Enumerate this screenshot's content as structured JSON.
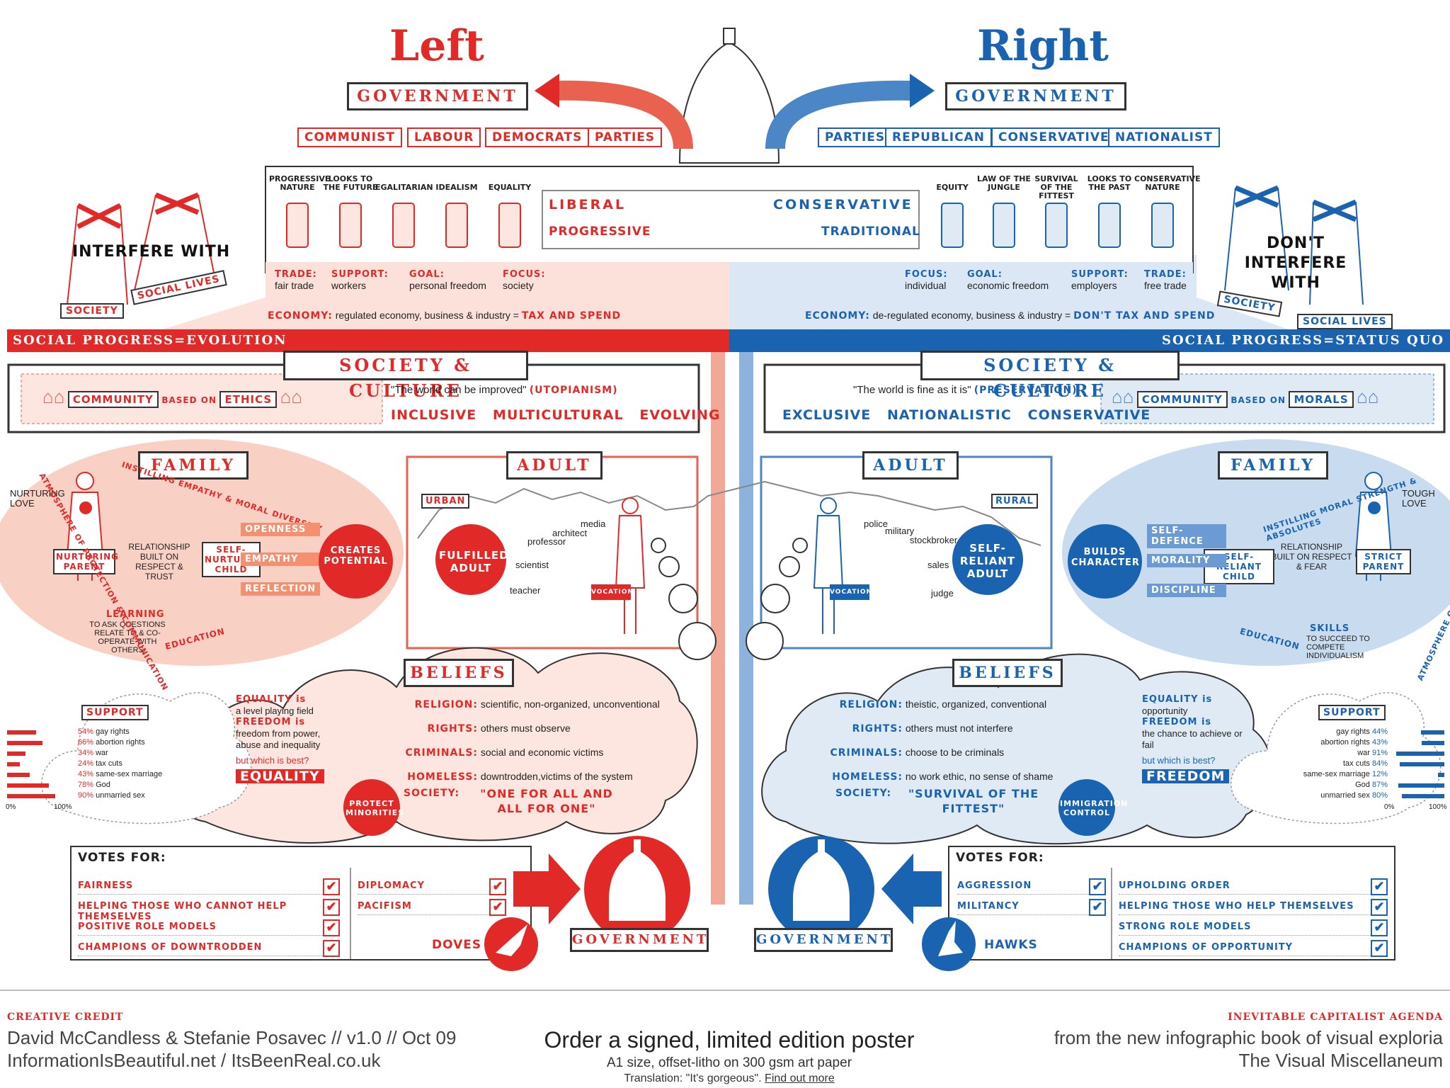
{
  "colors": {
    "left": "#e12a27",
    "right": "#1a63b0",
    "left_light": "#f9d9d2",
    "right_light": "#d6e4f3"
  },
  "header": {
    "left_title": "Left",
    "right_title": "Right",
    "government": "GOVERNMENT"
  },
  "parties": {
    "left": [
      "COMMUNIST",
      "LABOUR",
      "DEMOCRATS",
      "PARTIES"
    ],
    "right": [
      "PARTIES",
      "REPUBLICAN",
      "CONSERVATIVE",
      "NATIONALIST"
    ]
  },
  "pillars": {
    "left": [
      "PROGRESSIVE NATURE",
      "LOOKS TO THE FUTURE",
      "EGALITARIAN",
      "IDEALISM",
      "EQUALITY"
    ],
    "right": [
      "EQUITY",
      "LAW OF THE JUNGLE",
      "SURVIVAL OF THE FITTEST",
      "LOOKS TO THE PAST",
      "CONSERVATIVE NATURE"
    ]
  },
  "spectrum": {
    "liberal": "LIBERAL",
    "progressive": "PROGRESSIVE",
    "conservative": "CONSERVATIVE",
    "traditional": "TRADITIONAL"
  },
  "base_left": [
    {
      "k": "TRADE:",
      "v": "fair trade"
    },
    {
      "k": "SUPPORT:",
      "v": "workers"
    },
    {
      "k": "GOAL:",
      "v": "personal freedom"
    },
    {
      "k": "FOCUS:",
      "v": "society"
    }
  ],
  "base_right": [
    {
      "k": "FOCUS:",
      "v": "individual"
    },
    {
      "k": "GOAL:",
      "v": "economic freedom"
    },
    {
      "k": "SUPPORT:",
      "v": "employers"
    },
    {
      "k": "TRADE:",
      "v": "free trade"
    }
  ],
  "economy": {
    "left_k": "ECONOMY:",
    "left_v": "regulated economy, business & industry =",
    "left_tag": "TAX AND SPEND",
    "right_k": "ECONOMY:",
    "right_v": "de-regulated economy, business & industry =",
    "right_tag": "DON'T TAX AND SPEND"
  },
  "interfere": {
    "left": "INTERFERE WITH",
    "left_a": "SOCIETY",
    "left_b": "SOCIAL LIVES",
    "right": "DON'T INTERFERE WITH",
    "right_a": "SOCIETY",
    "right_b": "SOCIAL LIVES"
  },
  "progress": {
    "left": "SOCIAL PROGRESS=EVOLUTION",
    "right": "SOCIAL PROGRESS=STATUS QUO"
  },
  "society": {
    "title": "SOCIETY & CULTURE",
    "community": "COMMUNITY",
    "based_on": "BASED ON",
    "left_basis": "ETHICS",
    "right_basis": "MORALS",
    "left_quote": "\"The world can be improved\"",
    "left_quote_tag": "(UTOPIANISM)",
    "right_quote": "\"The world is fine as it is\"",
    "right_quote_tag": "(PRESERVATION)",
    "left_traits": "INCLUSIVE   MULTICULTURAL   EVOLVING",
    "right_traits": "EXCLUSIVE   NATIONALISTIC   CONSERVATIVE"
  },
  "family": {
    "title": "FAMILY",
    "left": {
      "love": "NURTURING LOVE",
      "parent": "NURTURING PARENT",
      "child": "SELF-NURTURING CHILD",
      "relationship": "RELATIONSHIP BUILT ON RESPECT & TRUST",
      "instill": "INSTILLING EMPATHY & MORAL DIVERSITY",
      "traits": [
        "OPENNESS",
        "EMPATHY",
        "REFLECTION"
      ],
      "outcome": "CREATES POTENTIAL",
      "learning": "LEARNING",
      "learning_sub": "TO ASK QUESTIONS RELATE TO & CO-OPERATE WITH OTHERS",
      "education": "EDUCATION",
      "atmosphere": "ATMOSPHERE OF PROTECTION & COMMUNICATION"
    },
    "right": {
      "love": "TOUGH LOVE",
      "parent": "STRICT PARENT",
      "child": "SELF-RELIANT CHILD",
      "relationship": "RELATIONSHIP BUILT ON RESPECT & FEAR",
      "instill": "INSTILLING MORAL STRENGTH & ABSOLUTES",
      "traits": [
        "SELF-DEFENCE",
        "MORALITY",
        "DISCIPLINE"
      ],
      "outcome": "BUILDS CHARACTER",
      "skills": "SKILLS",
      "skills_sub": "TO SUCCEED TO COMPETE INDIVIDUALISM",
      "education": "EDUCATION",
      "atmosphere": "ATMOSPHERE OF REWARD & PUNISHMENT"
    }
  },
  "adult": {
    "title": "ADULT",
    "left": {
      "place": "URBAN",
      "badge": "FULFILLED ADULT",
      "jobs": [
        "architect",
        "media",
        "professor",
        "scientist",
        "teacher"
      ],
      "case": "VOCATION"
    },
    "right": {
      "place": "RURAL",
      "badge": "SELF-RELIANT ADULT",
      "jobs": [
        "police",
        "military",
        "stockbroker",
        "sales",
        "judge"
      ],
      "case": "VOCATION"
    }
  },
  "beliefs": {
    "title": "BELIEFS",
    "left": [
      {
        "k": "RELIGION:",
        "v": "scientific, non-organized, unconventional"
      },
      {
        "k": "RIGHTS:",
        "v": "others must observe"
      },
      {
        "k": "CRIMINALS:",
        "v": "social and economic victims"
      },
      {
        "k": "HOMELESS:",
        "v": "downtrodden,victims of the system"
      }
    ],
    "left_society_k": "SOCIETY:",
    "left_society_v": "\"ONE FOR ALL AND ALL FOR ONE\"",
    "right": [
      {
        "k": "RELIGION:",
        "v": "theistic, organized, conventional"
      },
      {
        "k": "RIGHTS:",
        "v": "others must not interfere"
      },
      {
        "k": "CRIMINALS:",
        "v": "choose to be criminals"
      },
      {
        "k": "HOMELESS:",
        "v": "no work ethic, no sense of shame"
      }
    ],
    "right_society_k": "SOCIETY:",
    "right_society_v": "\"SURVIVAL OF THE FITTEST\"",
    "left_badge": "PROTECT MINORITIES",
    "right_badge": "IMMIGRATION CONTROL"
  },
  "values": {
    "left": {
      "eq_k": "EQUALITY is",
      "eq_v": "a level playing field",
      "fr_k": "FREEDOM is",
      "fr_v": "freedom from power, abuse and inequality",
      "q": "but which is best?",
      "a": "EQUALITY"
    },
    "right": {
      "eq_k": "EQUALITY is",
      "eq_v": "opportunity",
      "fr_k": "FREEDOM is",
      "fr_v": "the chance to achieve or fail",
      "q": "but which is best?",
      "a": "FREEDOM"
    }
  },
  "support": {
    "title": "SUPPORT",
    "axis_min": "0%",
    "axis_max": "100%",
    "left": [
      {
        "pct": "54%",
        "v": 54,
        "label": "gay rights"
      },
      {
        "pct": "66%",
        "v": 66,
        "label": "abortion rights"
      },
      {
        "pct": "34%",
        "v": 34,
        "label": "war"
      },
      {
        "pct": "24%",
        "v": 24,
        "label": "tax cuts"
      },
      {
        "pct": "43%",
        "v": 43,
        "label": "same-sex marriage"
      },
      {
        "pct": "78%",
        "v": 78,
        "label": "God"
      },
      {
        "pct": "90%",
        "v": 90,
        "label": "unmarried sex"
      }
    ],
    "right": [
      {
        "pct": "44%",
        "v": 44,
        "label": "gay rights"
      },
      {
        "pct": "43%",
        "v": 43,
        "label": "abortion rights"
      },
      {
        "pct": "91%",
        "v": 91,
        "label": "war"
      },
      {
        "pct": "84%",
        "v": 84,
        "label": "tax cuts"
      },
      {
        "pct": "12%",
        "v": 12,
        "label": "same-sex marriage"
      },
      {
        "pct": "87%",
        "v": 87,
        "label": "God"
      },
      {
        "pct": "80%",
        "v": 80,
        "label": "unmarried sex"
      }
    ]
  },
  "votes": {
    "title": "VOTES FOR:",
    "left_a": [
      "FAIRNESS",
      "HELPING THOSE WHO CANNOT HELP THEMSELVES",
      "POSITIVE ROLE MODELS",
      "CHAMPIONS OF DOWNTRODDEN"
    ],
    "left_b": [
      "DIPLOMACY",
      "PACIFISM"
    ],
    "left_bird": "DOVES",
    "right_a": [
      "AGGRESSION",
      "MILITANCY"
    ],
    "right_b": [
      "UPHOLDING ORDER",
      "HELPING THOSE WHO HELP THEMSELVES",
      "STRONG ROLE MODELS",
      "CHAMPIONS OF OPPORTUNITY"
    ],
    "right_bird": "HAWKS"
  },
  "footer": {
    "credit_k": "CREATIVE CREDIT",
    "credit_1": "David McCandless & Stefanie Posavec // v1.0 // Oct 09",
    "credit_2": "InformationIsBeautiful.net / ItsBeenReal.co.uk",
    "order": "Order a signed, limited edition poster",
    "order_sub": "A1 size, offset-litho on 300 gsm art paper",
    "translation": "Translation: \"It's gorgeous\".",
    "find": "Find out more",
    "agenda": "INEVITABLE CAPITALIST AGENDA",
    "book": "from the new infographic book of visual exploria",
    "book_title": "The Visual Miscellaneum"
  }
}
